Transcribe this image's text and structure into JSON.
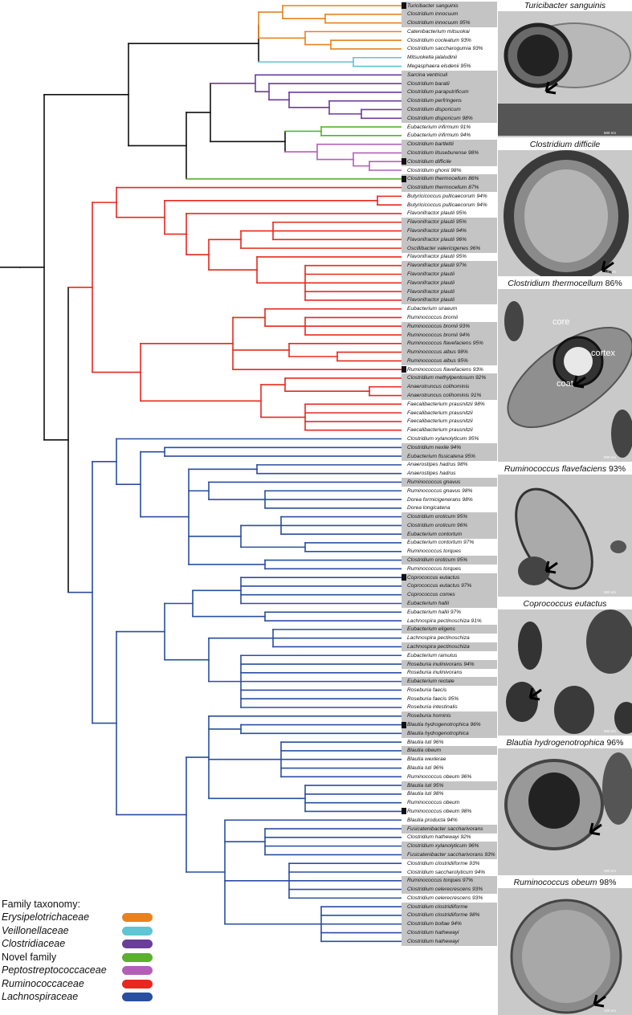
{
  "leaves": [
    {
      "label": "Turicibacter sanguinis",
      "shaded": true,
      "marker": true
    },
    {
      "label": "Clostridium innocuum",
      "shaded": true
    },
    {
      "label": "Clostridium innocuum 95%",
      "shaded": true
    },
    {
      "label": "Catenibacterium mitsuokai",
      "shaded": false
    },
    {
      "label": "Clostridium cocleatum 93%",
      "shaded": false
    },
    {
      "label": "Clostridium saccharogumia 93%",
      "shaded": false
    },
    {
      "label": "Mitsuokella jalaludinii",
      "shaded": false
    },
    {
      "label": "Megasphaera elsdenii 95%",
      "shaded": false
    },
    {
      "label": "Sarcina ventriculi",
      "shaded": true
    },
    {
      "label": "Clostridium baratii",
      "shaded": true
    },
    {
      "label": "Clostridium paraputrificum",
      "shaded": true
    },
    {
      "label": "Clostridium perfringens",
      "shaded": true
    },
    {
      "label": "Clostridium disporicum",
      "shaded": true
    },
    {
      "label": "Clostridium disporicum 98%",
      "shaded": true
    },
    {
      "label": "Eubacterium infirmum 91%",
      "shaded": false
    },
    {
      "label": "Eubacterium infirmum 94%",
      "shaded": false
    },
    {
      "label": "Clostridium bartlettii",
      "shaded": true
    },
    {
      "label": "Clostridium lituseburense 98%",
      "shaded": true
    },
    {
      "label": "Clostridium difficile",
      "shaded": true,
      "marker": true
    },
    {
      "label": "Clostridium ghonii 98%",
      "shaded": false
    },
    {
      "label": "Clostridium thermocellum 86%",
      "shaded": true,
      "marker": true
    },
    {
      "label": "Clostridium thermocellum 87%",
      "shaded": true
    },
    {
      "label": "Butyricicoccus pullicaecorum 94%",
      "shaded": false
    },
    {
      "label": "Butyricicoccus pullicaecorum 94%",
      "shaded": false
    },
    {
      "label": "Flavonifractor plautii 95%",
      "shaded": false
    },
    {
      "label": "Flavonifractor plautii 95%",
      "shaded": true
    },
    {
      "label": "Flavonifractor plautii 94%",
      "shaded": true
    },
    {
      "label": "Flavonifractor plautii 96%",
      "shaded": true
    },
    {
      "label": "Oscillibacter valericigenes 96%",
      "shaded": true
    },
    {
      "label": "Flavonifractor plautii 95%",
      "shaded": false
    },
    {
      "label": "Flavonifractor plautii 97%",
      "shaded": true
    },
    {
      "label": "Flavonifractor plautii",
      "shaded": true
    },
    {
      "label": "Flavonifractor plautii",
      "shaded": true
    },
    {
      "label": "Flavonifractor plautii",
      "shaded": true
    },
    {
      "label": "Flavonifractor plautii",
      "shaded": true
    },
    {
      "label": "Eubacterium siraeum",
      "shaded": false
    },
    {
      "label": "Ruminococcus bromii",
      "shaded": false
    },
    {
      "label": "Ruminococcus bromii 93%",
      "shaded": true
    },
    {
      "label": "Ruminococcus bromii 94%",
      "shaded": true
    },
    {
      "label": "Ruminococcus flavefaciens 95%",
      "shaded": true
    },
    {
      "label": "Ruminococcus albus 98%",
      "shaded": true
    },
    {
      "label": "Ruminococcus albus 95%",
      "shaded": true
    },
    {
      "label": "Ruminococcus flavefaciens 93%",
      "shaded": false,
      "marker": true
    },
    {
      "label": "Clostridium methylpentosum 92%",
      "shaded": true
    },
    {
      "label": "Anaerotruncus colihominis",
      "shaded": true
    },
    {
      "label": "Anaerotruncus colihominis 91%",
      "shaded": true
    },
    {
      "label": "Faecalibacterium prausnitzii 98%",
      "shaded": false
    },
    {
      "label": "Faecalibacterium prausnitzii",
      "shaded": false
    },
    {
      "label": "Faecalibacterium prausnitzii",
      "shaded": false
    },
    {
      "label": "Faecalibacterium prausnitzii",
      "shaded": false
    },
    {
      "label": "Clostridium xylanolyticum 95%",
      "shaded": false
    },
    {
      "label": "Clostridium nexile 94%",
      "shaded": true
    },
    {
      "label": "Eubacterium fissicatena 95%",
      "shaded": true
    },
    {
      "label": "Anaerostipes hadrus 98%",
      "shaded": false
    },
    {
      "label": "Anaerostipes hadrus",
      "shaded": false
    },
    {
      "label": "Ruminococcus gnavus",
      "shaded": true
    },
    {
      "label": "Ruminococcus gnavus 98%",
      "shaded": false
    },
    {
      "label": "Dorea formicigenerans 98%",
      "shaded": false
    },
    {
      "label": "Dorea longicatena",
      "shaded": false
    },
    {
      "label": "Clostridium oroticum 95%",
      "shaded": true
    },
    {
      "label": "Clostridium oroticum 96%",
      "shaded": true
    },
    {
      "label": "Eubacterium contortum",
      "shaded": true
    },
    {
      "label": "Eubacterium contortum 97%",
      "shaded": false
    },
    {
      "label": "Ruminococcus torques",
      "shaded": false
    },
    {
      "label": "Clostridium oroticum 95%",
      "shaded": true
    },
    {
      "label": "Ruminococcus torques",
      "shaded": false
    },
    {
      "label": "Coprococcus eutactus",
      "shaded": true,
      "marker": true
    },
    {
      "label": "Coprococcus eutactus 97%",
      "shaded": true
    },
    {
      "label": "Coprococcus comes",
      "shaded": true
    },
    {
      "label": "Eubacterium hallii",
      "shaded": true
    },
    {
      "label": "Eubacterium hallii 97%",
      "shaded": false
    },
    {
      "label": "Lachnospira pectinoschiza 91%",
      "shaded": false
    },
    {
      "label": "Eubacterium eligens",
      "shaded": true
    },
    {
      "label": "Lachnospira pectinoschiza",
      "shaded": false
    },
    {
      "label": "Lachnospira pectinoschiza",
      "shaded": true
    },
    {
      "label": "Eubacterium ramulus",
      "shaded": false
    },
    {
      "label": "Roseburia inulinivorans 94%",
      "shaded": true
    },
    {
      "label": "Roseburia inulinivorans",
      "shaded": false
    },
    {
      "label": "Eubacterium rectale",
      "shaded": true
    },
    {
      "label": "Roseburia faecis",
      "shaded": false
    },
    {
      "label": "Roseburia faecis 95%",
      "shaded": false
    },
    {
      "label": "Roseburia intestinalis",
      "shaded": false
    },
    {
      "label": "Roseburia hominis",
      "shaded": true
    },
    {
      "label": "Blautia hydrogenotrophica 96%",
      "shaded": true,
      "marker": true
    },
    {
      "label": "Blautia hydrogenotrophica",
      "shaded": true
    },
    {
      "label": "Blautia luti 96%",
      "shaded": false
    },
    {
      "label": "Blautia obeum",
      "shaded": true
    },
    {
      "label": "Blautia wexlerae",
      "shaded": false
    },
    {
      "label": "Blautia luti 96%",
      "shaded": false
    },
    {
      "label": "Ruminococcus obeum 96%",
      "shaded": false
    },
    {
      "label": "Blautia luti 95%",
      "shaded": true
    },
    {
      "label": "Blautia luti 98%",
      "shaded": false
    },
    {
      "label": "Ruminococcus obeum",
      "shaded": false
    },
    {
      "label": "Ruminococcus obeum 98%",
      "shaded": false,
      "marker": true
    },
    {
      "label": "Blautia producta 94%",
      "shaded": false
    },
    {
      "label": "Fusicatenibacter saccharivorans",
      "shaded": true
    },
    {
      "label": "Clostridium hathewayi 92%",
      "shaded": false
    },
    {
      "label": "Clostridium xylanolyticum 96%",
      "shaded": true
    },
    {
      "label": "Fusicatenibacter saccharivorans 93%",
      "shaded": true
    },
    {
      "label": "Clostridium clostridiiforme 93%",
      "shaded": false
    },
    {
      "label": "Clostridium saccharolyticum 94%",
      "shaded": false
    },
    {
      "label": "Ruminococcus torques 97%",
      "shaded": true
    },
    {
      "label": "Clostridium celerecrescens 93%",
      "shaded": true
    },
    {
      "label": "Clostridium celerecrescens 93%",
      "shaded": false
    },
    {
      "label": "Clostridium clostridiiforme",
      "shaded": true
    },
    {
      "label": "Clostridium clostridiiforme 98%",
      "shaded": true
    },
    {
      "label": "Clostridium boltae 94%",
      "shaded": true
    },
    {
      "label": "Clostridium hathewayi",
      "shaded": true
    },
    {
      "label": "Clostridium hathewayi",
      "shaded": true
    }
  ],
  "panels": [
    {
      "title": "Turicibacter sanguinis",
      "pct": "",
      "scale": "500 nm",
      "labels": []
    },
    {
      "title": "Clostridium difficile",
      "pct": "",
      "scale": "100nm",
      "labels": []
    },
    {
      "title": "Clostridium thermocellum",
      "pct": "86%",
      "scale": "500 nm",
      "labels": [
        "core",
        "cortex",
        "coat"
      ]
    },
    {
      "title": "Ruminococcus flavefaciens",
      "pct": "93%",
      "scale": "500 nm",
      "labels": []
    },
    {
      "title": "Coprococcus eutactus",
      "pct": "",
      "scale": "500 nm",
      "labels": []
    },
    {
      "title": "Blautia hydrogenotrophica",
      "pct": "96%",
      "scale": "200 nm",
      "labels": []
    },
    {
      "title": "Ruminococcus obeum",
      "pct": "98%",
      "scale": "100 nm",
      "labels": []
    }
  ],
  "legend": {
    "title": "Family taxonomy:",
    "items": [
      {
        "label": "Erysipelotrichaceae",
        "color": "#e8821f",
        "italic": true
      },
      {
        "label": "Veillonellaceae",
        "color": "#5fc4d4",
        "italic": true
      },
      {
        "label": "Clostridiaceae",
        "color": "#6a3d9a",
        "italic": true
      },
      {
        "label": "Novel family",
        "color": "#5bb030",
        "italic": false
      },
      {
        "label": "Peptostreptococcaceae",
        "color": "#b35fb8",
        "italic": true
      },
      {
        "label": "Ruminococcaceae",
        "color": "#e8281e",
        "italic": true
      },
      {
        "label": "Lachnospiraceae",
        "color": "#2a4ea0",
        "italic": true
      }
    ]
  },
  "tree_colors": {
    "root": "#111111",
    "Erysipelotrichaceae": "#e8821f",
    "Veillonellaceae": "#5fc4d4",
    "Clostridiaceae": "#6a3d9a",
    "Novel": "#5bb030",
    "Peptostreptococcaceae": "#b35fb8",
    "Ruminococcaceae": "#e8281e",
    "Lachnospiraceae": "#2a4ea0"
  }
}
